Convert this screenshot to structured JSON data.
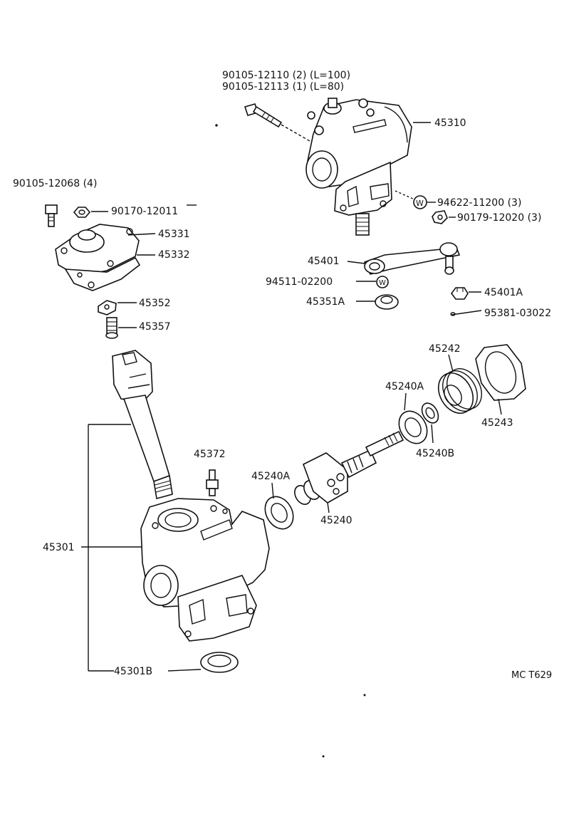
{
  "labels": {
    "bolt_a": "90105-12110 (2) (L=100)",
    "bolt_b": "90105-12113 (1) (L=80)",
    "p45310": "45310",
    "p90105_12068": "90105-12068 (4)",
    "p90170_12011": "90170-12011",
    "p45331": "45331",
    "p45332": "45332",
    "p94622_11200": "94622-11200 (3)",
    "p90179_12020": "90179-12020 (3)",
    "p45401": "45401",
    "p94511_02200": "94511-02200",
    "p45351a": "45351A",
    "p45401a": "45401A",
    "p95381_03022": "95381-03022",
    "p45352": "45352",
    "p45357": "45357",
    "p45242": "45242",
    "p45240a_top": "45240A",
    "p45243": "45243",
    "p45240b": "45240B",
    "p45372": "45372",
    "p45240a_low": "45240A",
    "p45240": "45240",
    "p45301": "45301",
    "p45301b": "45301B",
    "code": "MC T629"
  },
  "icons": [
    "washer-w-icon",
    "nut-n-icon",
    "washer-w-icon"
  ]
}
